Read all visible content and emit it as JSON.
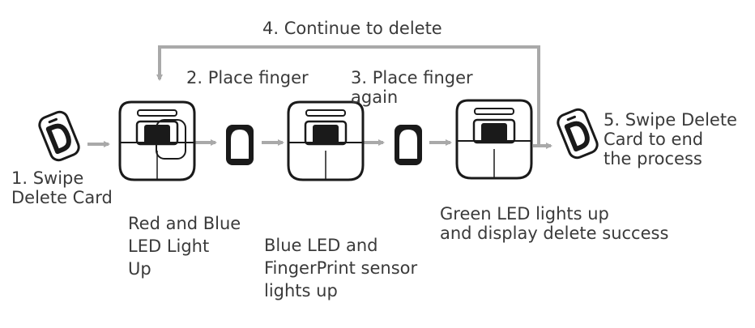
{
  "loop_label": "4. Continue to delete",
  "steps": [
    {
      "label": "1. Swipe\nDelete Card"
    },
    {
      "label": "2. Place finger"
    },
    {
      "label": "3. Place finger\nagain"
    },
    {
      "label": "5. Swipe Delete\nCard to end\nthe process"
    }
  ],
  "notes": [
    {
      "text": "Red and Blue\nLED Light\nUp"
    },
    {
      "text": "Blue LED and\nFingerPrint sensor\nlights up"
    },
    {
      "text": "Green LED lights up\nand display delete success"
    }
  ],
  "colors": {
    "arrow": "#a9a9a9",
    "outline": "#1a1a1a",
    "text": "#3a3a3a"
  }
}
